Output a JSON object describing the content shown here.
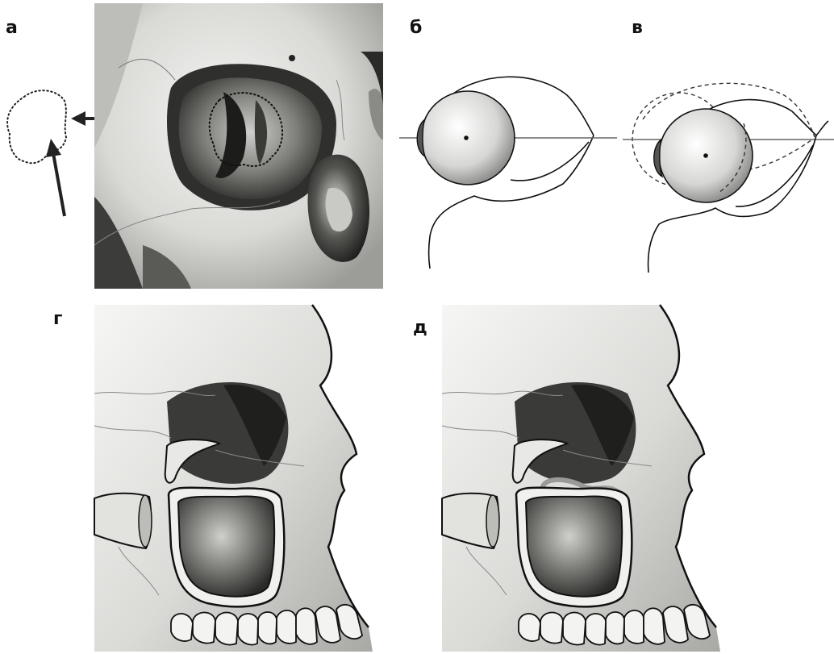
{
  "panels": {
    "a": "а",
    "b": "б",
    "v": "в",
    "g": "г",
    "d": "д"
  },
  "colors": {
    "bone_light": "#ececea",
    "bone_mid": "#b8b8b4",
    "bone_dark": "#3a3a38",
    "line": "#111111",
    "cut_line": "#ffffff",
    "implant": "#9a9a9a"
  }
}
